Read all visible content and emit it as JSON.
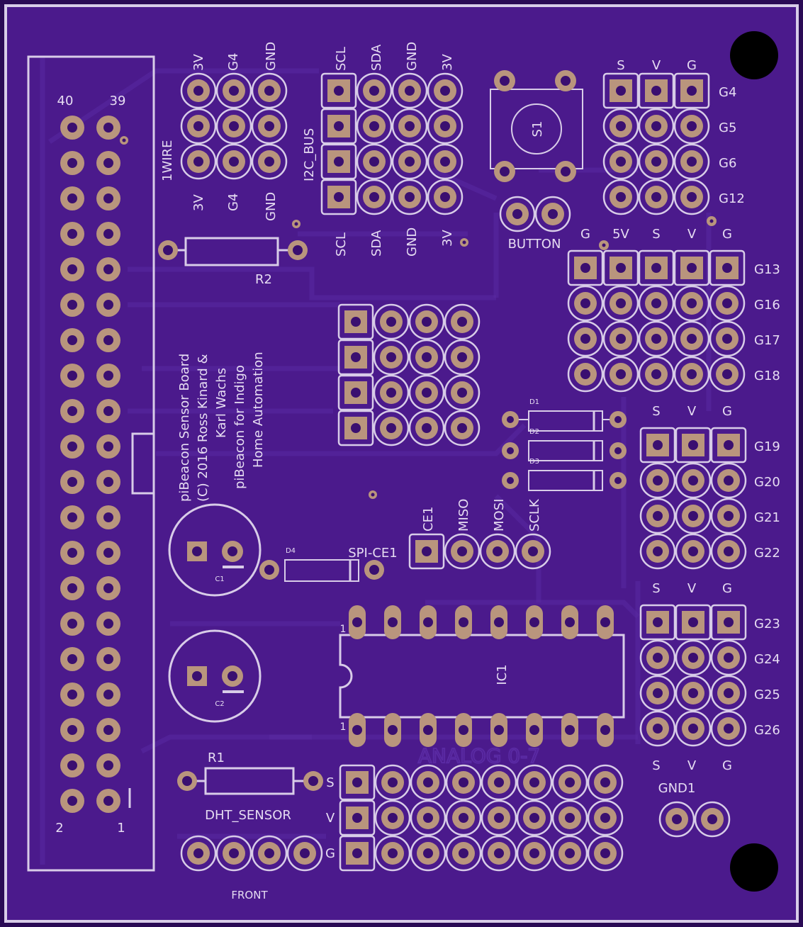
{
  "colors": {
    "board": "#4b1a8c",
    "edge": "#2a0a55",
    "outline": "#d8cce8",
    "silk": "#e6dcf2",
    "pad": "#b9957d",
    "drill": "#3a0f70",
    "hole": "#000000",
    "trace": "#5a2aa3"
  },
  "labels": {
    "hdr_40": "40",
    "hdr_39": "39",
    "hdr_2": "2",
    "hdr_1": "1",
    "onewire": "1WIRE",
    "onewire_top_3v": "3V",
    "onewire_top_g4": "G4",
    "onewire_top_gnd": "GND",
    "onewire_bot_3v": "3V",
    "onewire_bot_g4": "G4",
    "onewire_bot_gnd": "GND",
    "i2c_bus": "I2C_BUS",
    "i2c_top_scl": "SCL",
    "i2c_top_sda": "SDA",
    "i2c_top_gnd": "GND",
    "i2c_top_3v": "3V",
    "i2c_bot_scl": "SCL",
    "i2c_bot_sda": "SDA",
    "i2c_bot_gnd": "GND",
    "i2c_bot_3v": "3V",
    "s1": "S1",
    "button": "BUTTON",
    "r2": "R2",
    "r1": "R1",
    "board_title_1": "piBeacon Sensor Board",
    "board_title_2": "(C) 2016 Ross Kinard &",
    "board_title_3": "Karl Wachs",
    "board_title_4": "piBeacon for Indigo",
    "board_title_5": "Home Automation",
    "d1": "D1",
    "d2": "D2",
    "d3": "D3",
    "d4": "D4",
    "c1": "C1",
    "c2": "C2",
    "spi_ce1": "SPI-CE1",
    "spi_ce1_pin": "CE1",
    "spi_miso": "MISO",
    "spi_mosi": "MOSI",
    "spi_sclk": "SCLK",
    "ic1": "IC1",
    "ic1_pin1_top": "1",
    "ic1_pin1_bot": "1",
    "analog": "ANALOG 0-7",
    "analog_s": "S",
    "analog_v": "V",
    "analog_g": "G",
    "dht_sensor": "DHT_SENSOR",
    "front": "FRONT",
    "gnd1": "GND1",
    "top_s": "S",
    "top_v": "V",
    "top_g": "G",
    "mid_g": "G",
    "mid_5v": "5V",
    "mid_s": "S",
    "mid_v": "V",
    "mid_g2": "G",
    "g19_s": "S",
    "g19_v": "V",
    "g19_g": "G",
    "g23_s": "S",
    "g23_v": "V",
    "g23_g": "G",
    "bot_s": "S",
    "bot_v": "V",
    "bot_g": "G",
    "gpio_g4": "G4",
    "gpio_g5": "G5",
    "gpio_g6": "G6",
    "gpio_g12": "G12",
    "gpio_g13": "G13",
    "gpio_g16": "G16",
    "gpio_g17": "G17",
    "gpio_g18": "G18",
    "gpio_g19": "G19",
    "gpio_g20": "G20",
    "gpio_g21": "G21",
    "gpio_g22": "G22",
    "gpio_g23": "G23",
    "gpio_g24": "G24",
    "gpio_g25": "G25",
    "gpio_g26": "G26"
  }
}
